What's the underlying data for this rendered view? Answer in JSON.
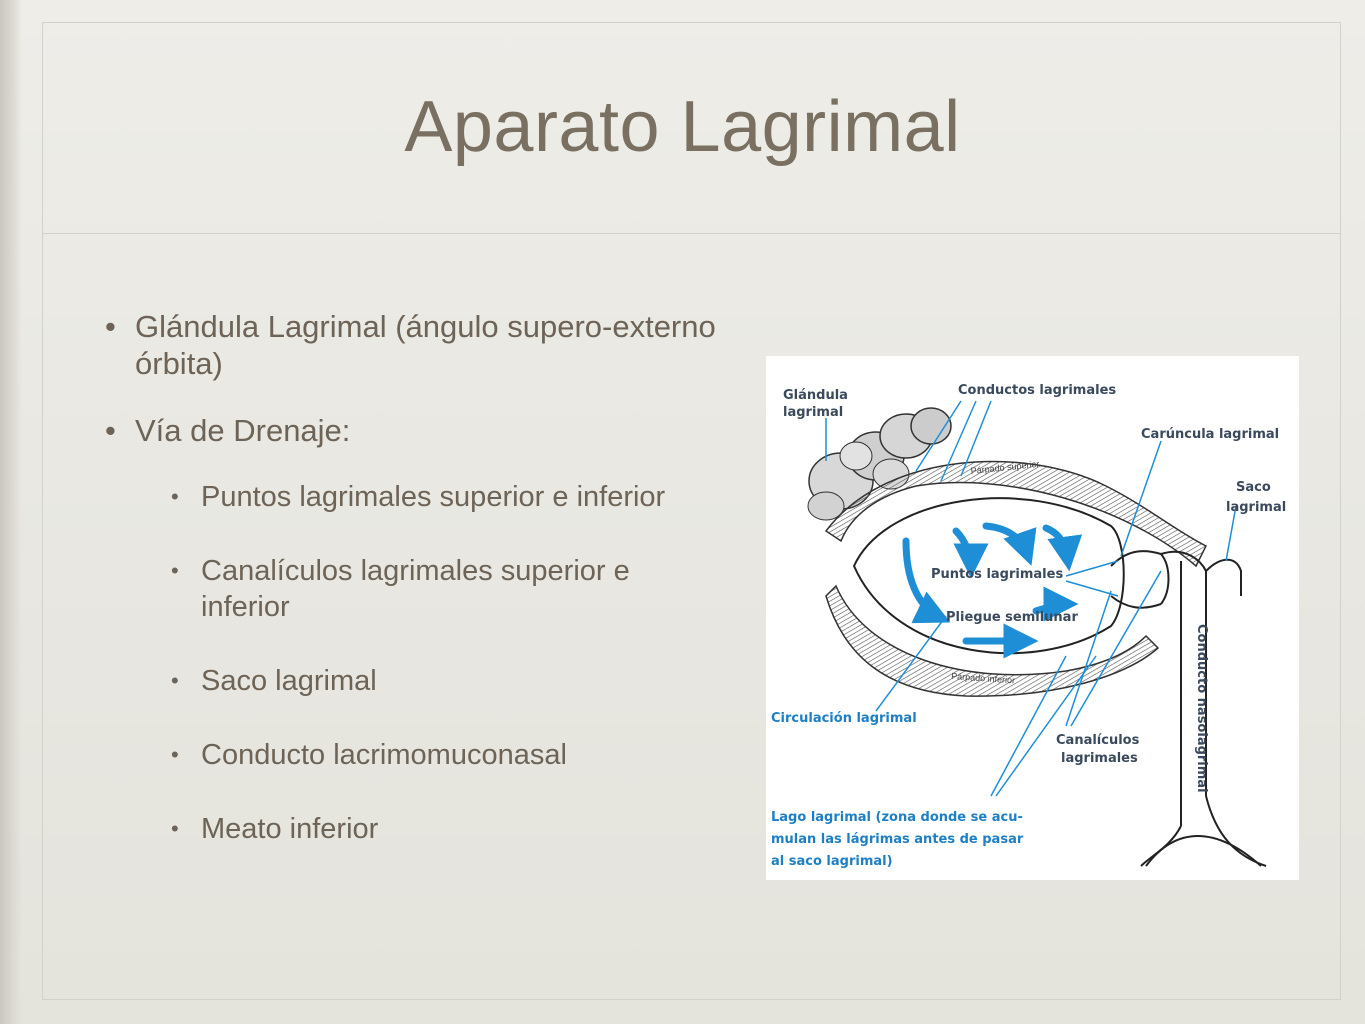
{
  "slide": {
    "title": "Aparato Lagrimal",
    "bullets": [
      {
        "level": 1,
        "text": "Glándula Lagrimal (ángulo supero-externo órbita)"
      },
      {
        "level": 1,
        "text": "Vía de Drenaje:"
      },
      {
        "level": 2,
        "text": "Puntos lagrimales superior e inferior"
      },
      {
        "level": 2,
        "text": "Canalículos lagrimales superior e inferior"
      },
      {
        "level": 2,
        "text": "Saco lagrimal"
      },
      {
        "level": 2,
        "text": "Conducto lacrimomuconasal"
      },
      {
        "level": 2,
        "text": "Meato inferior"
      }
    ]
  },
  "figure": {
    "labels": {
      "glandula_1": "Glándula",
      "glandula_2": "lagrimal",
      "conductos": "Conductos lagrimales",
      "caruncula": "Carúncula lagrimal",
      "saco_1": "Saco",
      "saco_2": "lagrimal",
      "parpado_superior": "Párpado superior",
      "puntos": "Puntos lagrimales",
      "pliegue": "Pliegue semilunar",
      "parpado_inferior": "Párpado inferior",
      "conducto_naso": "Conducto nasolagrimal",
      "circulacion": "Circulación lagrimal",
      "canaliculos_1": "Canalículos",
      "canaliculos_2": "lagrimales",
      "lago_1": "Lago lagrimal (zona donde se acu-",
      "lago_2": "mulan las lágrimas antes de pasar",
      "lago_3": "al saco lagrimal)"
    },
    "colors": {
      "blue": "#1e8fd6",
      "dark_label": "#3a4a5c"
    }
  }
}
